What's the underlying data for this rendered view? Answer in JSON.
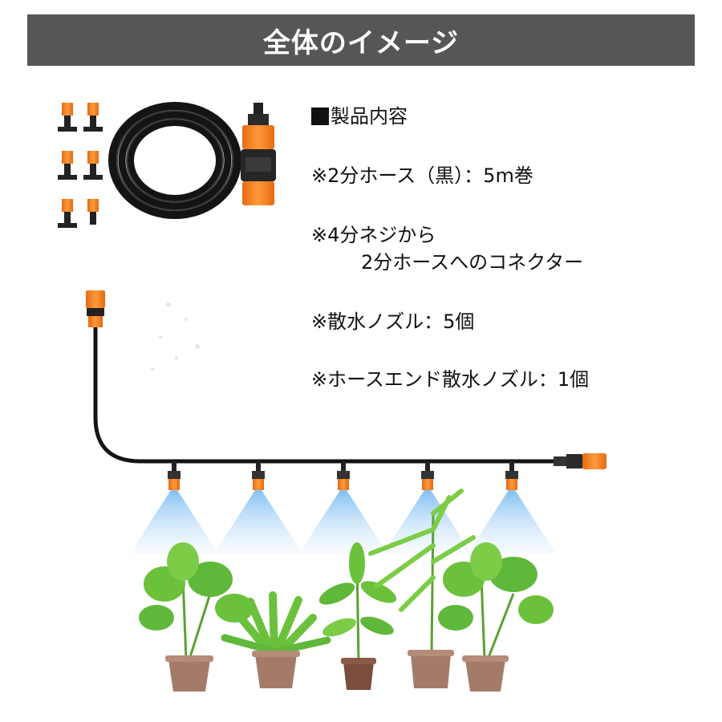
{
  "banner": {
    "title": "全体のイメージ",
    "background": "#565656"
  },
  "contents": {
    "heading": "製品内容",
    "items": [
      {
        "lines": [
          "※2分ホース（黒）：5m巻"
        ]
      },
      {
        "lines": [
          "※4分ネジから",
          "2分ホースへのコネクター"
        ]
      },
      {
        "lines": [
          "※散水ノズル：5個"
        ]
      },
      {
        "lines": [
          "※ホースエンド散水ノズル：1個"
        ]
      }
    ]
  },
  "colors": {
    "hose": "#1a1a1a",
    "connector_orange": "#f07f1a",
    "mist_blue": "#8cc6f0",
    "leaf_green": "#5fb83a",
    "pot_brown": "#a47b68"
  },
  "illustration": {
    "nozzle_count": 5,
    "plant_count": 5
  }
}
